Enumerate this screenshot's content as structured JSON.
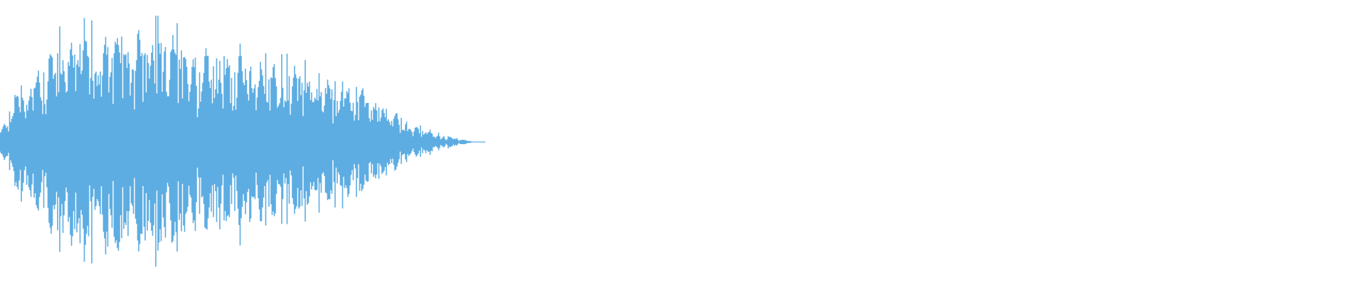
{
  "waveform": {
    "color": "#5DADE2",
    "background": "#FFFFFF",
    "active_fraction": 0.345,
    "envelope": [
      0.1,
      0.35,
      0.55,
      0.72,
      0.8,
      0.85,
      0.82,
      0.88,
      0.9,
      0.86,
      0.84,
      0.8,
      0.78,
      0.75,
      0.72,
      0.7,
      0.66,
      0.62,
      0.6,
      0.56,
      0.52,
      0.48,
      0.44,
      0.4,
      0.32,
      0.24,
      0.16,
      0.1,
      0.06,
      0.03,
      0.01
    ]
  }
}
